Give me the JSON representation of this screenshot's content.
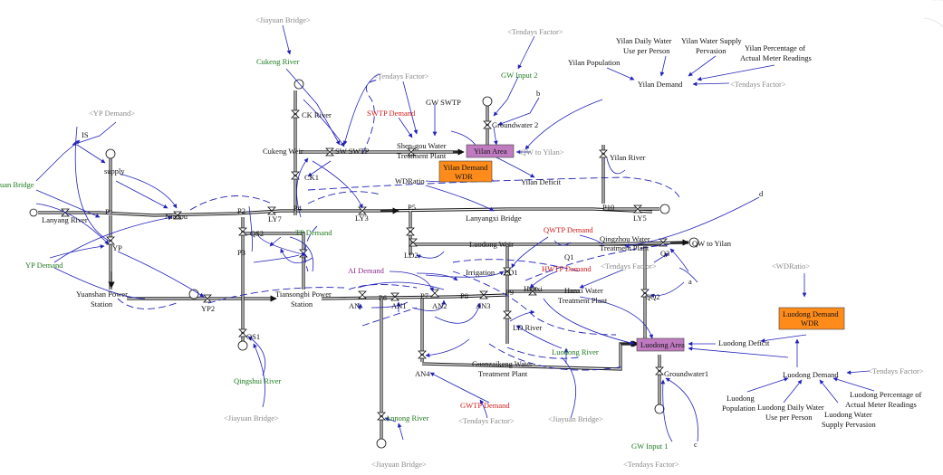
{
  "colors": {
    "link": "#2222bb",
    "flow": "#111111",
    "shadow_var": "#8a8a8a",
    "green_var": "#1f7a1f",
    "red_var": "#d11a1a",
    "purple_var": "#8a2b8a",
    "stock_orange": "#ff8c1a",
    "stock_purple": "#c07ac0"
  },
  "labels": {
    "jiayuan_bridge_top": "<Jiayuan Bridge>",
    "cukeng_river": "Cukeng River",
    "tendays_factor_top": "<Tendays Factor>",
    "gw_input2": "GW Input 2",
    "b": "b",
    "yp_demand_shadow": "<YP Demand>",
    "tendays_factor_mid": "<Tendays Factor>",
    "gw_swtp": "GW SWTP",
    "swtp_demand": "SWTP Demand",
    "ck_river": "CK River",
    "groundwater2": "Groundwater 2",
    "yilan_population": "Yilan Population",
    "yilan_daily": "Yilan Daily Water\nUse per Person",
    "yilan_supply": "Yilan Water Supply\nPervasion",
    "yilan_pct": "Yilan Percentage of\nActual Meter Readings",
    "yilan_demand": "Yilan Demand",
    "tendays_factor_yilan": "<Tendays Factor>",
    "is": "IS",
    "supply": "supply",
    "cukeng_weir": "Cukeng Weir",
    "sw_swtp": "SW SWTP",
    "shengou": "Shen-gou Water\nTreatment Plant",
    "yilan_area": "Yilan Area",
    "qw_to_yilan_shadow": "<QW to Yilan>",
    "yilan_river": "Yilan River",
    "bridge_left": "uan Bridge",
    "ck1": "CK1",
    "yilan_demand_wdr": "Yilan Demand\nWDR",
    "wdratio": "WDRatio",
    "yilan_deficit": "Yilan Deficit",
    "d": "d",
    "lanyang_river": "Lanyang River",
    "p1": "P1",
    "niadou": "Niadou",
    "p2": "P2",
    "ly7": "LY7",
    "p4": "P4",
    "ly3": "LY3",
    "p5": "P5",
    "lanyangxi": "Lanyangxi Bridge",
    "p10": "P10",
    "ly5": "LY5",
    "yp": "YP",
    "qs2": "QS2",
    "tp_demand": "TP Demand",
    "luodong_weir": "Luodong Weir",
    "qwtp_demand": "QWTP Demand",
    "qingzhou": "Qingzhou Water\nTreatment Plant",
    "qw_to_yilan": "QW to Yilan",
    "yp_demand": "YP Demand",
    "p3": "P3",
    "ld2": "LD2",
    "q1": "Q1",
    "q3": "Q3",
    "ai_demand": "AI Demand",
    "irrigation": "Irrigation",
    "hwtp_demand": "HWTP Demand",
    "tendays_factor_right": "<Tendays Factor>",
    "ld1": "LD1",
    "a": "a",
    "wdratio_shadow": "<WDRatio>",
    "yuanshan": "Yuanshan Power\nStation",
    "yp2": "YP2",
    "tianson": "Tiansongbi Power\nStation",
    "an": "AN",
    "p6": "P6",
    "p7": "P7",
    "p8": "P8",
    "p9": "P9",
    "hanxi": "Hanxi",
    "hanxi_plant": "Hanxi Water\nTreatment Plant",
    "qq2": "QQ2",
    "an1": "AN1",
    "an2": "AN2",
    "an3": "AN3",
    "ld_river": "LD River",
    "luodong_demand_wdr": "Luodong Demand\nWDR",
    "qs1": "QS1",
    "luodong_river": "Luodong River",
    "luodong_area": "Luodong Area",
    "luodong_deficit": "Luodong Deficit",
    "an4": "AN4",
    "guanzaikeng": "Guanzaikeng Water\nTreatment Plant",
    "groundwater1": "Groundwater1",
    "luodong_demand": "Luodong Demand",
    "tendays_factor_ld": "<Tendays Factor>",
    "qingshui_river": "Qingshui River",
    "luodong_population": "Luodong\nPopulation",
    "luodong_daily": "Luodong Daily Water\nUse per Person",
    "luodong_supply": "Luodong Water\nSupply Pervasion",
    "luodong_pct": "Luodong Percentage of\nActual Meter Readings",
    "gwtp_demand": "GWTP Demand",
    "jiayuan_bridge_l": "<Jiayuan Bridge>",
    "tendays_factor_bot": "<Tendays Factor>",
    "jiayuan_bridge_m": "<Jiayuan Bridge>",
    "annong_river": "Annong River",
    "gw_input1": "GW Input 1",
    "c": "c",
    "jiayuan_bridge_bot": "<Jiayuan Bridge>",
    "tendays_factor_bot2": "<Tendays Factor>"
  }
}
